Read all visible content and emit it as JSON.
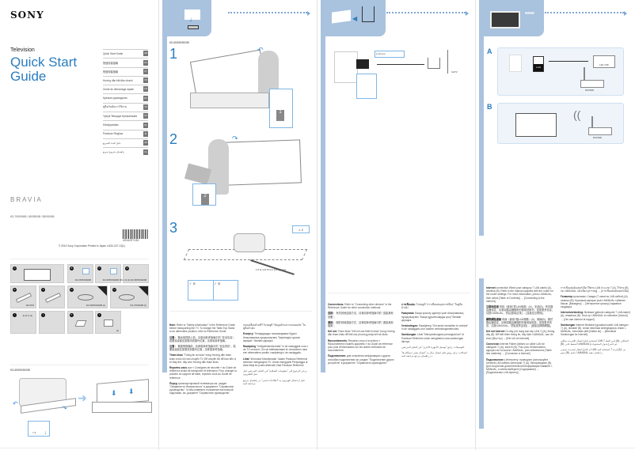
{
  "cover": {
    "brand": "SONY",
    "category": "Television",
    "title_line1": "Quick Start",
    "title_line2": "Guide",
    "product_line": "BRAVIA",
    "models": "KD-79X9000B / 65X9000B / 55X9000B",
    "barcode_number": "4934297150",
    "copyright": "© 2014 Sony Corporation    Printed in Japan    4-534-207-13(1)",
    "languages": [
      {
        "label": "Quick Start Guide",
        "code": "GB"
      },
      {
        "label": "快速安装指南",
        "code": "CS"
      },
      {
        "label": "快速安裝指南",
        "code": "CT"
      },
      {
        "label": "Hướng dẫn bắt đầu nhanh",
        "code": "VN"
      },
      {
        "label": "Guide de démarrage rapide",
        "code": "FR"
      },
      {
        "label": "Краткое руководство",
        "code": "RU"
      },
      {
        "label": "คู่มือเริ่มต้นการใช้งาน",
        "code": "TH"
      },
      {
        "label": "Ypeyiti Tetuqaya Hpdaushsatia",
        "code": "KZ"
      },
      {
        "label": "Kiboijopotakis",
        "code": "NL"
      },
      {
        "label": "Panduan Ringkas",
        "code": "ID"
      },
      {
        "label": "دليل البدء السريع",
        "code": "AR"
      },
      {
        "label": "راهنمای شروع سریع",
        "code": "FA"
      }
    ]
  },
  "supplied_parts": [
    {
      "id": "A",
      "caption": ""
    },
    {
      "id": "B",
      "caption": "KD-65/55X9000B"
    },
    {
      "id": "C",
      "caption": "KD-65/55X9000B"
    },
    {
      "id": "D",
      "caption": "M5 x 16 (4) KD-65/55X9000B"
    },
    {
      "id": "E",
      "caption": "R03 R03"
    },
    {
      "id": "F",
      "caption": ""
    },
    {
      "id": "G",
      "caption": "KD-65/55X9000B (2)"
    },
    {
      "id": "H",
      "caption": "KD-79X9000B (2)"
    },
    {
      "id": "I",
      "caption": "E (2)   G (2)"
    },
    {
      "id": "J",
      "caption": ""
    },
    {
      "id": "K",
      "caption": ""
    },
    {
      "id": "L",
      "caption": "(3)"
    }
  ],
  "unpack": {
    "model_label": "KD-65/55X9000B",
    "clip_count": "× 6"
  },
  "stand_section": {
    "model_label": "KD-65/55X9000B",
    "steps": [
      "1",
      "2",
      "3"
    ],
    "screw_count": "× 2",
    "torque": "1.5 N·m/1.5 N·m {15 kgf·cm}",
    "notes_left": [
      {
        "bold": "Note:",
        "text": "Refer to \"Safety information\" in the Reference Guide before transporting the TV. To change the Table-Top Stand to an alternative position, refer to Reference Guide."
      },
      {
        "bold": "注意：",
        "text": "搬运电视机以前，请参阅参考指南中的 \"安全信息\"。若要将桌面支架更改到替代位置，请参阅参考指南。"
      },
      {
        "bold": "注意：",
        "text": "搬運電視機前，請參閱參考指南中的 \"安全資訊\"。若要將桌面支架更改到替代位置，請參閱參考指南。"
      },
      {
        "bold": "Tham khảo",
        "text": "\"Thông tin an toàn\" trong Hướng dẫn tham khảo trước khi vận chuyển TV. Để chuyển Bệ để bàn đến vị trí thay thế, hãy xem Hướng dẫn tham khảo."
      },
      {
        "bold": "Reportez-vous",
        "text": "aux « Consignes de sécurité » du Guide de référence avant de transporter le téléviseur. Pour changer la position du support de table, reportez-vous au Guide de référence."
      },
      {
        "bold": "Перед",
        "text": "транспортировкой телевизора см. раздел \"Сведения по безопасности\" в документе \"Справочное руководство\". Чтобы изменить положение настольной подставки, см. документ \"Справочное руководство\"."
      }
    ],
    "notes_right": [
      {
        "bold": "",
        "text": "ก่อนเคลื่อนย้ายทีวี โปรดดูที่ \"ข้อมูลด้านความปลอดภัย\" ในคู่มืออ้างอิง"
      },
      {
        "bold": "Ескерту:",
        "text": "Теледидарды тасымалдамас бұрын Анықтамалық нұсқаулықтағы \"Қауіпсіздік туралы ақпарат\" бөлімін қараңыз."
      },
      {
        "bold": "Raadpleeg",
        "text": "\"Veiligheidsinformatie\" in de naslaggids voor u de TV vervoert. Om de tafelstandaard te veranderen naar een alternatieve positie, raadpleegt u de naslaggids."
      },
      {
        "bold": "Lihat",
        "text": "\"Informasi Keselamatan\" dalam Panduan Referensi sebelum mengangkut TV. Untuk mengganti Penyangga di Atas Meja ke posisi alternatif, lihat Panduan Referensi."
      },
      {
        "bold": "",
        "text": "يرجى الرجوع إلى \"معلومات السلامة\" في الدليل المرجعي قبل نقل التلفزيون."
      },
      {
        "bold": "",
        "text": "قبل از انتقال تلویزیون به \"اطلاعات ایمنی\" در راهنمای مرجع مراجعه کنید."
      }
    ]
  },
  "antenna_section": {
    "cable_spec": "≤ 14 mm",
    "catv_label": "CATV",
    "notes_left": [
      {
        "bold": "Connections:",
        "text": "Refer to \"Connecting other devices\" in the Reference Guide for other connection methods."
      },
      {
        "bold": "连接：",
        "text": "有关其他连接方法，请参阅参考指南中的 \"连接其他设备\"。"
      },
      {
        "bold": "連接：",
        "text": "關於其他連接方式，請參閱參考指南中的 \"連接其他裝置\"。"
      },
      {
        "bold": "Kết nối:",
        "text": "Tham khảo \"Kết nối các thiết bị khác\" trong Hướng dẫn tham khảo để biết các phương pháp kết nối khác."
      },
      {
        "bold": "Raccordements:",
        "text": "Reportez-vous à la section « Raccordement d'autres appareils » du Guide de référence pour plus d'informations sur les autres méthodes de raccordement."
      },
      {
        "bold": "Подключения:",
        "text": "для получения информации о других способах подключения см. раздел \"Подключение других устройств\" в документе \"Справочное руководство\"."
      }
    ],
    "notes_right": [
      {
        "bold": "การเชื่อมต่อ:",
        "text": "โปรดดูที่ \"การเชื่อมต่ออุปกรณ์อื่นๆ\" ในคู่มืออ้างอิง"
      },
      {
        "bold": "Ұшақтама:",
        "text": "Басқа қосылу әдістері үшін Анықтамалық нұсқаулықтағы \"Басқа құрылғыларды қосу\" бөлімін қараңыз."
      },
      {
        "bold": "Verbindingen:",
        "text": "Raadpleeg \"Om ander toestellen te verbind\" in de naslaggids voor andere verbindingsmethodes."
      },
      {
        "bold": "Sambungan:",
        "text": "Lihat \"Menyambungkan perangkat lain\" di Panduan Referensi untuk mengetahui cara sambungan lainnya."
      },
      {
        "bold": "",
        "text": "التوصيلات: راجع \"توصيل الأجهزة الأخرى\" في الدليل المرجعي."
      },
      {
        "bold": "",
        "text": "اتصالات: برای روش های اتصال دیگر به \"اتصال سایر دستگاه ها\" در راهنمای مرجع مراجعه کنید."
      }
    ]
  },
  "network_section": {
    "www_label": "www",
    "option_a": "A",
    "option_b": "B",
    "lan_label": "LAN",
    "router_lan_label": "LAN / 000",
    "router_label": "ROUTER",
    "notes_left": [
      {
        "bold": "Internet",
        "text": "connection Wired (use category 7 LAN cable) (A), wireless (B). Refer to the manual supplied with the router for the router settings. For more information, press i-MANUAL, then select [Table of Contents] → [Connecting to the Internet]."
      },
      {
        "bold": "互联网连接",
        "text": "有线（使用7类LAN电缆）(A)，无线(B)。有关路由器设定，请参阅路由器随附的使用说明书。如需更多信息，请按i-MANUAL，然后选择[目录] → [连接至互联网]。"
      },
      {
        "bold": "網際網路連線",
        "text": "有線（使用7類LAN電纜）(A)，無線(B)。關於路由器設定，請參閱路由器隨附的使用說明書。如需更多資訊，請按i-MANUAL，然後選擇[目錄] → [連接至網際網路]。"
      },
      {
        "bold": "Kết nối Internet",
        "text": "Có dây (sử dụng loại cáp LAN 7) (A), không dây (B). Để biết thêm thông tin, hãy bấm i-MANUAL, sau đó chọn [Mục lục] → [Kết nối với Internet]."
      },
      {
        "bold": "Connexion",
        "text": "Internet Filaire (utilisez un câble LAN de catégorie 7) (A), sans fil (B). Pour plus d'informations, appuyez sur la touche i-MANUAL, puis sélectionnez [Table des matières] → [Connexion à Internet]."
      },
      {
        "bold": "Подключение",
        "text": "к Интернету: проводное (используйте сетевой LAN кабель категории 7) (A), беспроводное (B). Для получения дополнительной информации нажмите i-MANUAL, а затем выберите [Содержание] → [Подключение к Интернету]."
      }
    ],
    "notes_right": [
      {
        "bold": "",
        "text": "การเชื่อมต่ออินเทอร์เน็ต ใช้สาย LAN ประเภท 7 (A), ไร้สาย (B). กด i-MANUAL แล้วเลือก [สารบัญ] → [การเชื่อมต่ออินเทอร์เน็ต]"
      },
      {
        "bold": "Ғаламтор",
        "text": "қосылымы: Сымды (7 санатты LAN кабелі) (A), сымсыз (B). Қосымша ақпарат үшін i-MANUAL түймесін басып, [Мазмұны] → [Интернетке қосылу] тармағын таңдаңыз."
      },
      {
        "bold": "Internetverbinding:",
        "text": "Bedraad (gebruik categorie 7 LAN-kabel) (A), draadloos (B). Druk op i-MANUAL en selecteer [Inhoud] → [Om aan internet te koppel]."
      },
      {
        "bold": "Sambungan",
        "text": "Internet Berkabel (gunakan kabel LAN kategori 7) (A), nirkabel (B). Untuk informasi selengkapnya, tekan i-MANUAL, kemudian pilih [Daftar Isi] → [Membuat Sambungan ke Internet]."
      },
      {
        "bold": "",
        "text": "اتصال الإنترنت سلكي (استخدم كبل LAN من الفئة 7) (A)، لاسلكي (B). اضغط على i-MANUAL ثم اختر [جدول المحتويات]."
      },
      {
        "bold": "",
        "text": "اتصال اینترنت سیمی (از کابل LAN رده 7 استفاده کنید) (A)، بی سیم (B). دکمه i-MANUAL را فشار دهید."
      }
    ]
  }
}
